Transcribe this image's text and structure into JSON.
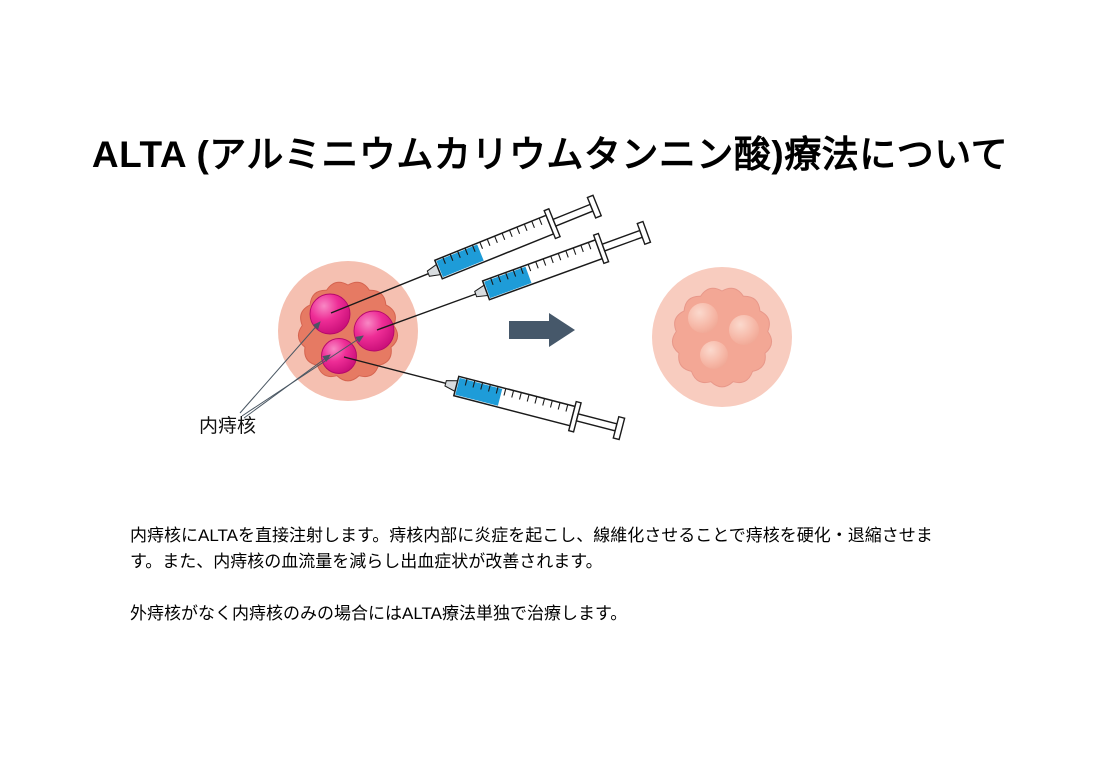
{
  "page": {
    "title": "ALTA (アルミニウムカリウムタンニン酸)療法について"
  },
  "diagram": {
    "label": "内痔核",
    "colors": {
      "tissue_outer": "#f5c0b1",
      "tissue_inner_before": "#e67a63",
      "tissue_outer_after": "#f8ccbf",
      "tissue_inner_after": "#f3a795",
      "hemorrhoid": "#ee2d96",
      "syringe_liquid": "#1e9cd8",
      "arrow": "#46586a",
      "pointer": "#4a5763"
    }
  },
  "body": {
    "paragraph1": "内痔核にALTAを直接注射します。痔核内部に炎症を起こし、線維化させることで痔核を硬化・退縮させます。また、内痔核の血流量を減らし出血症状が改善されます。",
    "paragraph2": "外痔核がなく内痔核のみの場合にはALTA療法単独で治療します。"
  }
}
